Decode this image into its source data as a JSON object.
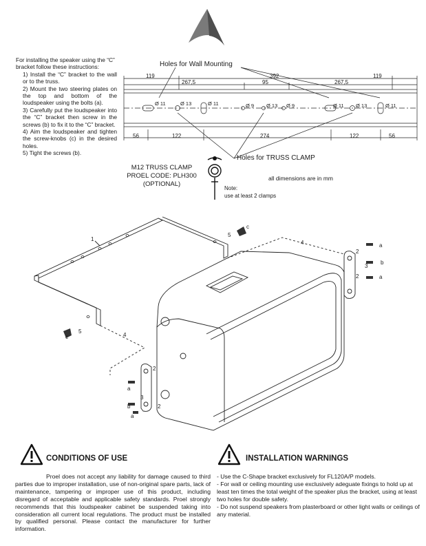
{
  "instructions": {
    "intro": "For installing the speaker using the “C” bracket follow these instructions:",
    "steps": [
      "1) Install the “C” bracket to the wall or to the truss.",
      "2) Mount the two steering plates on the top and bottom of the loudspeaker using the bolts (a).",
      "3) Carefully put the loudspeaker into the “C” bracket then screw in the screws (b) to fix it to the “C” bracket.",
      "4) Aim the loudspeaker and tighten the screw-knobs (c) in the desired holes.",
      "5) Tight the screws (b)."
    ]
  },
  "drawing": {
    "wall_holes_label": "Holes for Wall Mounting",
    "truss_holes_label": "Holes for TRUSS CLAMP",
    "top_dims": {
      "d119_left": "119",
      "d267_left": "267,5",
      "d392": "392",
      "d95": "95",
      "d267_right": "267,5",
      "d119_right": "119"
    },
    "bottom_dims": {
      "d56_left": "56",
      "d122_left": "122",
      "d274": "274",
      "d122_right": "122",
      "d56_right": "56"
    },
    "hole_labels": {
      "h11_a": "Ø 11",
      "h13_a": "Ø 13",
      "h11_b": "Ø 11",
      "h9_a": "Ø 9",
      "h13_b": "Ø 13",
      "h9_b": "Ø 9",
      "h11_c": "Ø 11",
      "h13_c": "Ø 13",
      "h11_d": "Ø 11"
    },
    "units_note": "all dimensions are in mm"
  },
  "clamp": {
    "line1": "M12 TRUSS CLAMP",
    "line2": "PROEL CODE: PLH300",
    "line3": "(OPTIONAL)",
    "note_title": "Note:",
    "note_text": "use at least 2 clamps"
  },
  "assembly_labels": {
    "n1": "1",
    "n5_top": "5",
    "c_top": "c",
    "n4_top": "4",
    "n2_r1": "2",
    "a_r1": "a",
    "n3_r": "3",
    "b_r": "b",
    "n2_r2": "2",
    "a_r2": "a",
    "c_left": "c",
    "n5_left": "5",
    "n4_left": "4",
    "n2_l1": "2",
    "a_l1": "a",
    "n3_l": "3",
    "b_l": "b",
    "a_l2": "a",
    "n2_l2": "2"
  },
  "conditions": {
    "title": "CONDITIONS OF USE",
    "text": "Proel does not accept any liability for damage caused to third parties due to improper installation, use of non-original spare parts, lack of maintenance, tampering or improper use of this product, including disregard of acceptable and applicable safety standards. Proel strongly recommends that this loudspeaker cabinet be suspended taking into consideration all current local regulations. The product must be installed by qualified personal. Please contact the manufacturer for further information."
  },
  "warnings": {
    "title": "INSTALLATION WARNINGS",
    "items": [
      "- Use the C-Shape bracket exclusively for FL120A/P models.",
      "- For wall or ceiling mounting use exclusively adeguate fixings to hold up at least ten times the total weight of the speaker plus the bracket, using at least two holes for double safety.",
      "- Do not suspend speakers from plasterboard or other light walls or ceilings of any material."
    ]
  }
}
